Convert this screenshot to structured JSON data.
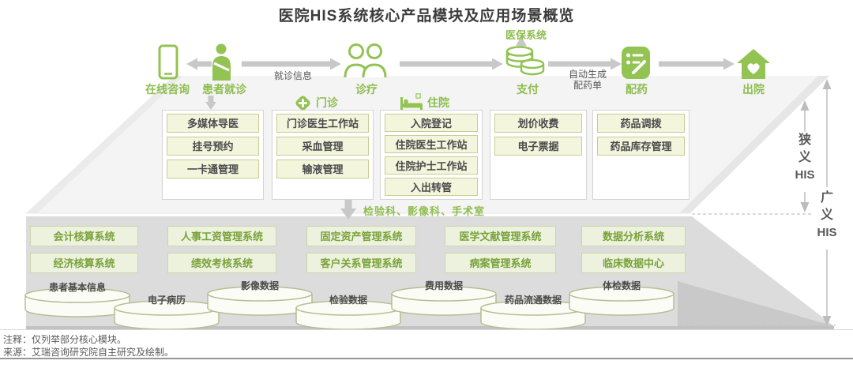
{
  "title": "医院HIS系统核心产品模块及应用场景概览",
  "accent_color": "#8dbd4e",
  "flow": {
    "insurance_label": "医保系统",
    "nodes": [
      {
        "label": "在线咨询"
      },
      {
        "label": "患者就诊"
      },
      {
        "label": "诊疗"
      },
      {
        "label": "支付"
      },
      {
        "label": "配药"
      },
      {
        "label": "出院"
      }
    ],
    "edge_labels": {
      "visit_info": "就诊信息",
      "auto_dispense": "自动生成\n配药单"
    }
  },
  "module_groups": [
    {
      "header": "",
      "items": [
        "多媒体导医",
        "挂号预约",
        "一卡通管理"
      ]
    },
    {
      "header": "门诊",
      "items": [
        "门诊医生工作站",
        "采血管理",
        "输液管理"
      ]
    },
    {
      "header": "住院",
      "items": [
        "入院登记",
        "住院医生工作站",
        "住院护士工作站",
        "入出转管"
      ]
    },
    {
      "header": "",
      "items": [
        "划价收费",
        "电子票据"
      ]
    },
    {
      "header": "",
      "items": [
        "药品调拨",
        "药品库存管理"
      ]
    }
  ],
  "departments_label": "检验科、影像科、手术室",
  "support_systems": {
    "row1": [
      "会计核算系统",
      "人事工资管理系统",
      "固定资产管理系统",
      "医学文献管理系统",
      "数据分析系统"
    ],
    "row2": [
      "经济核算系统",
      "绩效考核系统",
      "客户关系管理系统",
      "病案管理系统",
      "临床数据中心"
    ]
  },
  "databases": [
    "患者基本信息",
    "电子病历",
    "影像数据",
    "检验数据",
    "费用数据",
    "药品流通数据",
    "体检数据"
  ],
  "scope": {
    "narrow": [
      "狭",
      "义",
      "HIS"
    ],
    "broad": [
      "广",
      "义",
      "HIS"
    ]
  },
  "footer": {
    "note": "注释：仅列举部分核心模块。",
    "source": "来源：艾瑞咨询研究院自主研究及绘制。"
  }
}
